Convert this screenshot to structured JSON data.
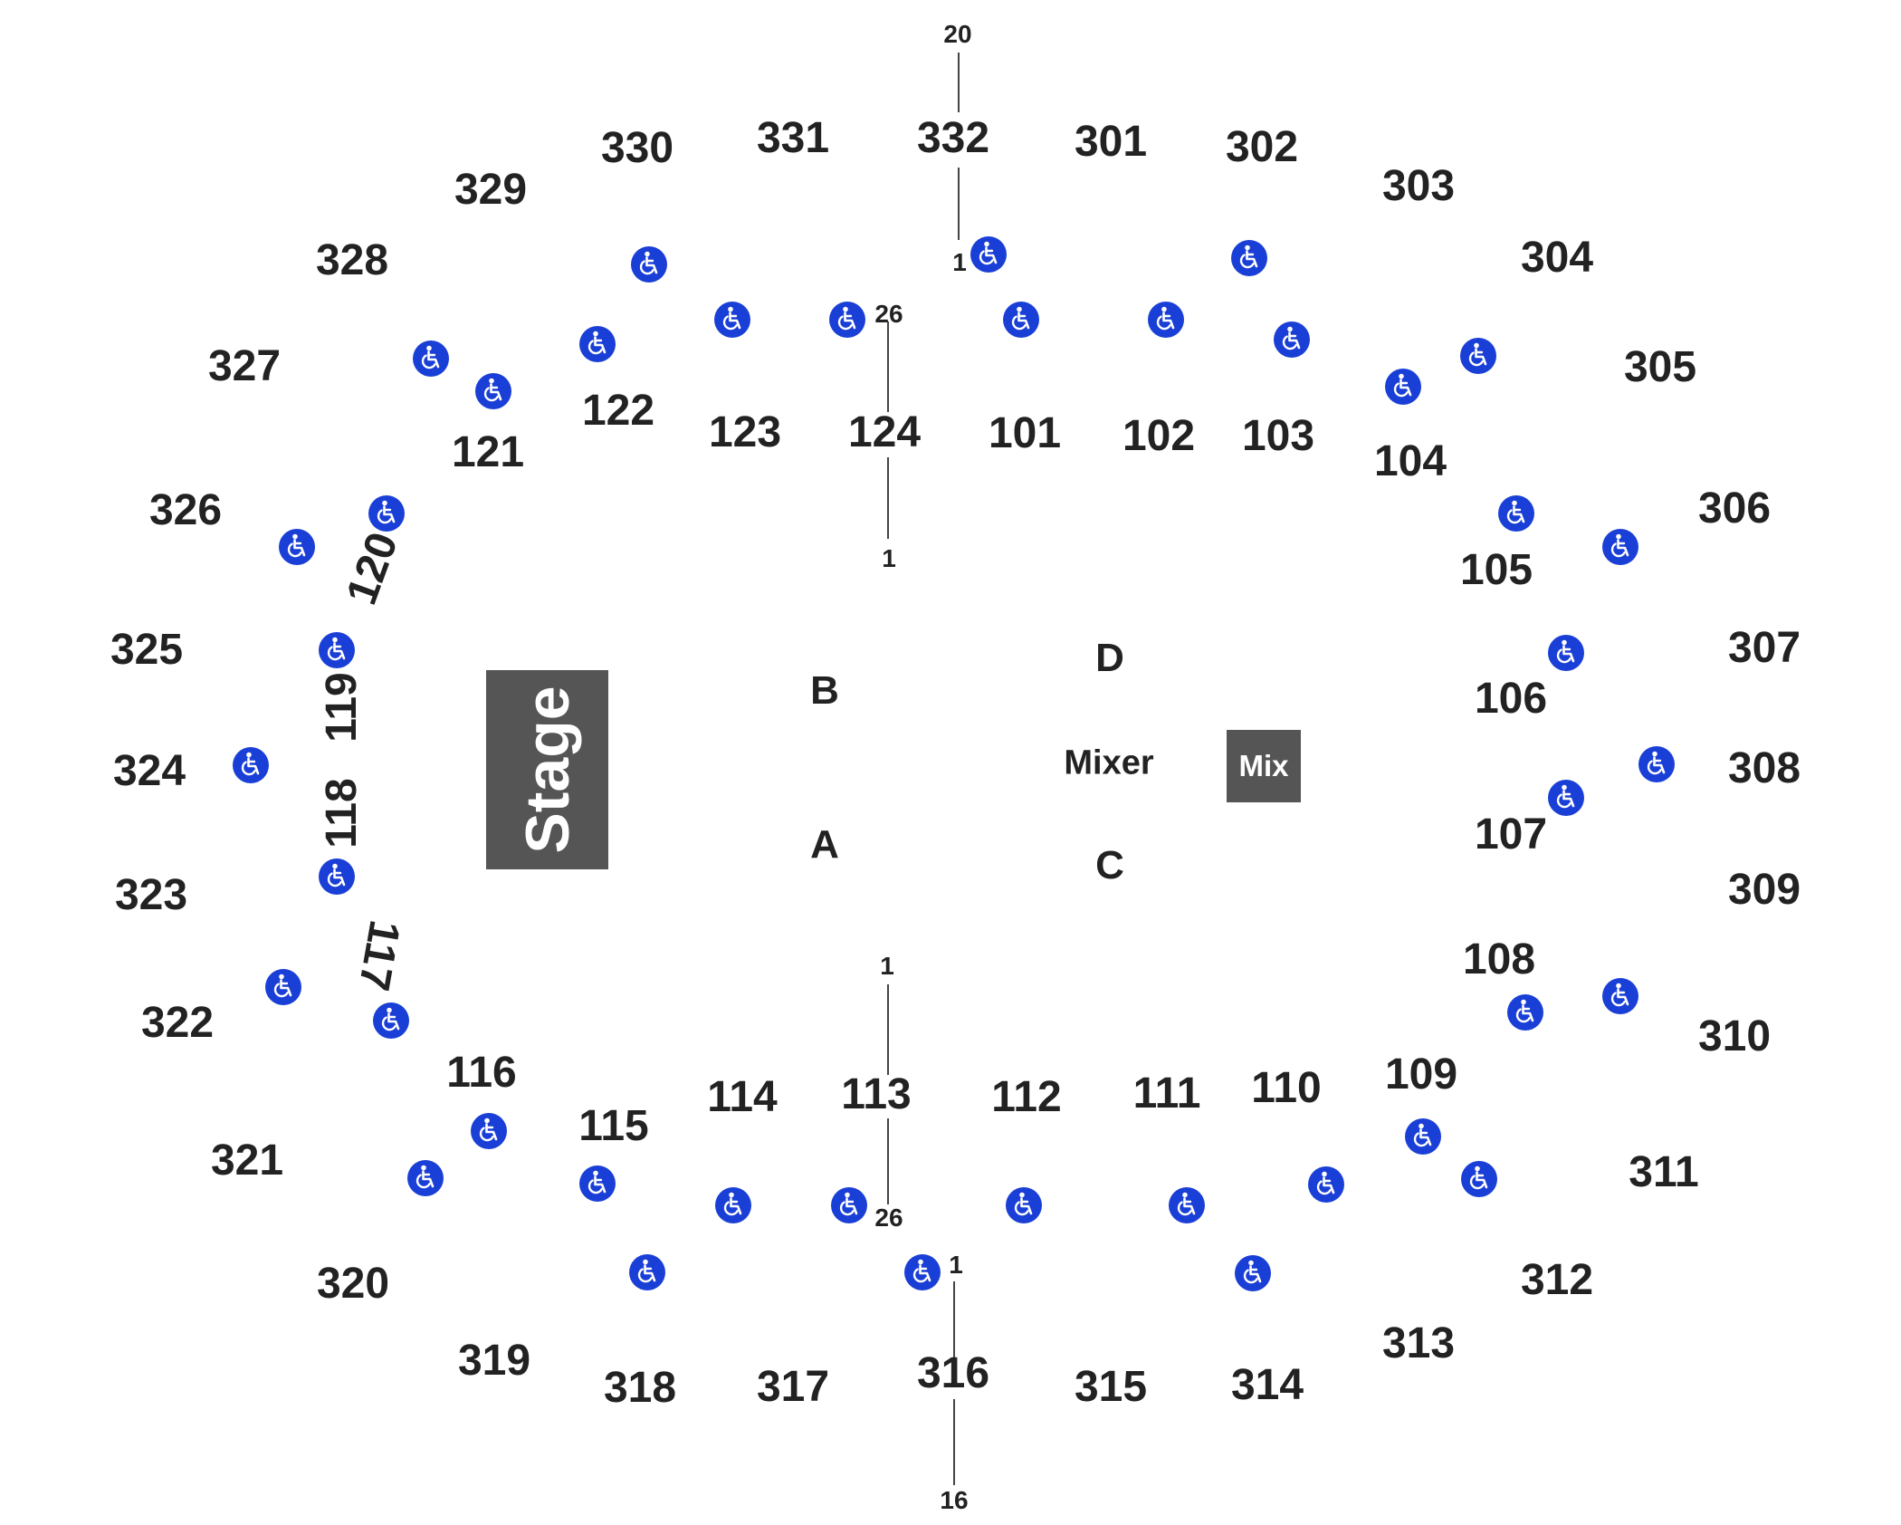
{
  "venue": {
    "stage_label": "Stage",
    "mix_label": "Mix",
    "mixer_label": "Mixer",
    "accessible_icon": "wheelchair-icon",
    "accessible_color": "#1a3fd6",
    "block_color": "#555555"
  },
  "floor_sections": [
    "A",
    "B",
    "C",
    "D"
  ],
  "lower_sections": [
    "101",
    "102",
    "103",
    "104",
    "105",
    "106",
    "107",
    "108",
    "109",
    "110",
    "111",
    "112",
    "113",
    "114",
    "115",
    "116",
    "117",
    "118",
    "119",
    "120",
    "121",
    "122",
    "123",
    "124"
  ],
  "upper_sections": [
    "301",
    "302",
    "303",
    "304",
    "305",
    "306",
    "307",
    "308",
    "309",
    "310",
    "311",
    "312",
    "313",
    "314",
    "315",
    "316",
    "317",
    "318",
    "319",
    "320",
    "321",
    "322",
    "323",
    "324",
    "325",
    "326",
    "327",
    "328",
    "329",
    "330",
    "331",
    "332"
  ],
  "row_markers": {
    "top_upper_first": "20",
    "top_upper_last": "1",
    "top_lower_first": "26",
    "top_lower_last": "1",
    "bottom_lower_first": "1",
    "bottom_lower_last": "26",
    "bottom_upper_first": "1",
    "bottom_upper_last": "16"
  }
}
